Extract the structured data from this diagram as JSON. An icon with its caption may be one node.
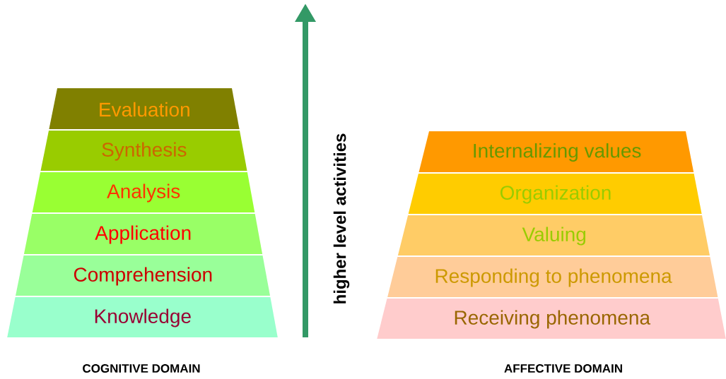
{
  "diagram": {
    "nodes": [
      {
        "text": [
          "Evaluation"
        ]
      },
      {
        "text": [
          "Synthesis"
        ]
      },
      {
        "text": [
          "Analysis"
        ]
      },
      {
        "text": [
          "Application"
        ]
      },
      {
        "text": [
          "Comprehension"
        ]
      },
      {
        "text": [
          "Knowledge"
        ]
      },
      {
        "text": [
          "Internalizing values"
        ]
      },
      {
        "text": [
          "Organization"
        ]
      },
      {
        "text": [
          "Valuing"
        ]
      },
      {
        "text": [
          "Responding to phenomena"
        ]
      },
      {
        "text": [
          "Receiving phenomena"
        ]
      }
    ],
    "labels": [
      "higher level activities",
      "COGNITIVE DOMAIN",
      "AFFECTIVE DOMAIN"
    ]
  }
}
